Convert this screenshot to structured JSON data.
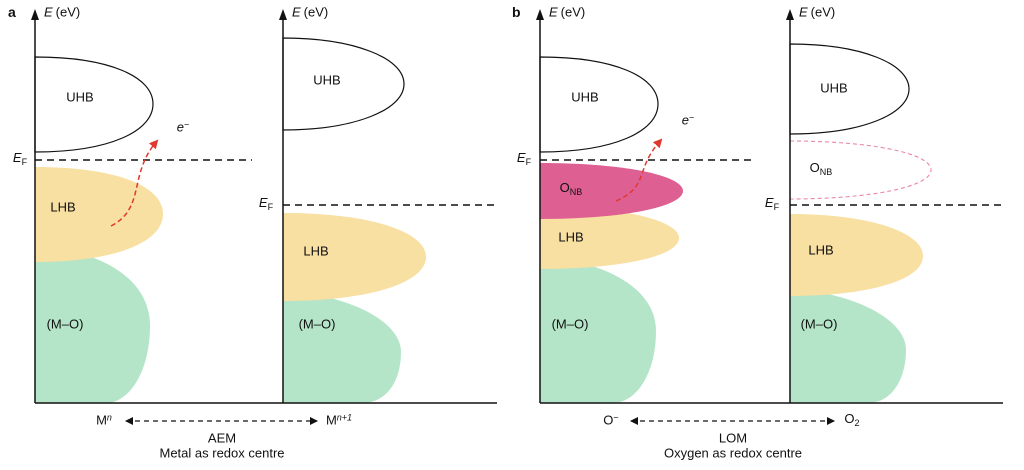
{
  "colors": {
    "lhb": "#f8dfa2",
    "mo": "#b5e5c8",
    "onb": "#de6092",
    "onb_outline": "#ea86ad",
    "arrow": "#e0382e"
  },
  "axis": {
    "symbol": "E",
    "unit": "(eV)"
  },
  "bands": {
    "uhb": "UHB",
    "lhb": "LHB",
    "mo": "(M–O)",
    "onb_base": "O",
    "onb_sub": "NB",
    "ef_base": "E",
    "ef_sub": "F",
    "electron_base": "e",
    "electron_sup": "−"
  },
  "panel_a": {
    "tag": "a",
    "left_base": "M",
    "left_sup": "n",
    "right_base": "M",
    "right_sup": "n+1",
    "mechanism": "AEM",
    "caption": "Metal as redox centre"
  },
  "panel_b": {
    "tag": "b",
    "left_base": "O",
    "left_sup": "−",
    "right_base": "O",
    "right_sub": "2",
    "mechanism": "LOM",
    "caption": "Oxygen as redox centre"
  }
}
